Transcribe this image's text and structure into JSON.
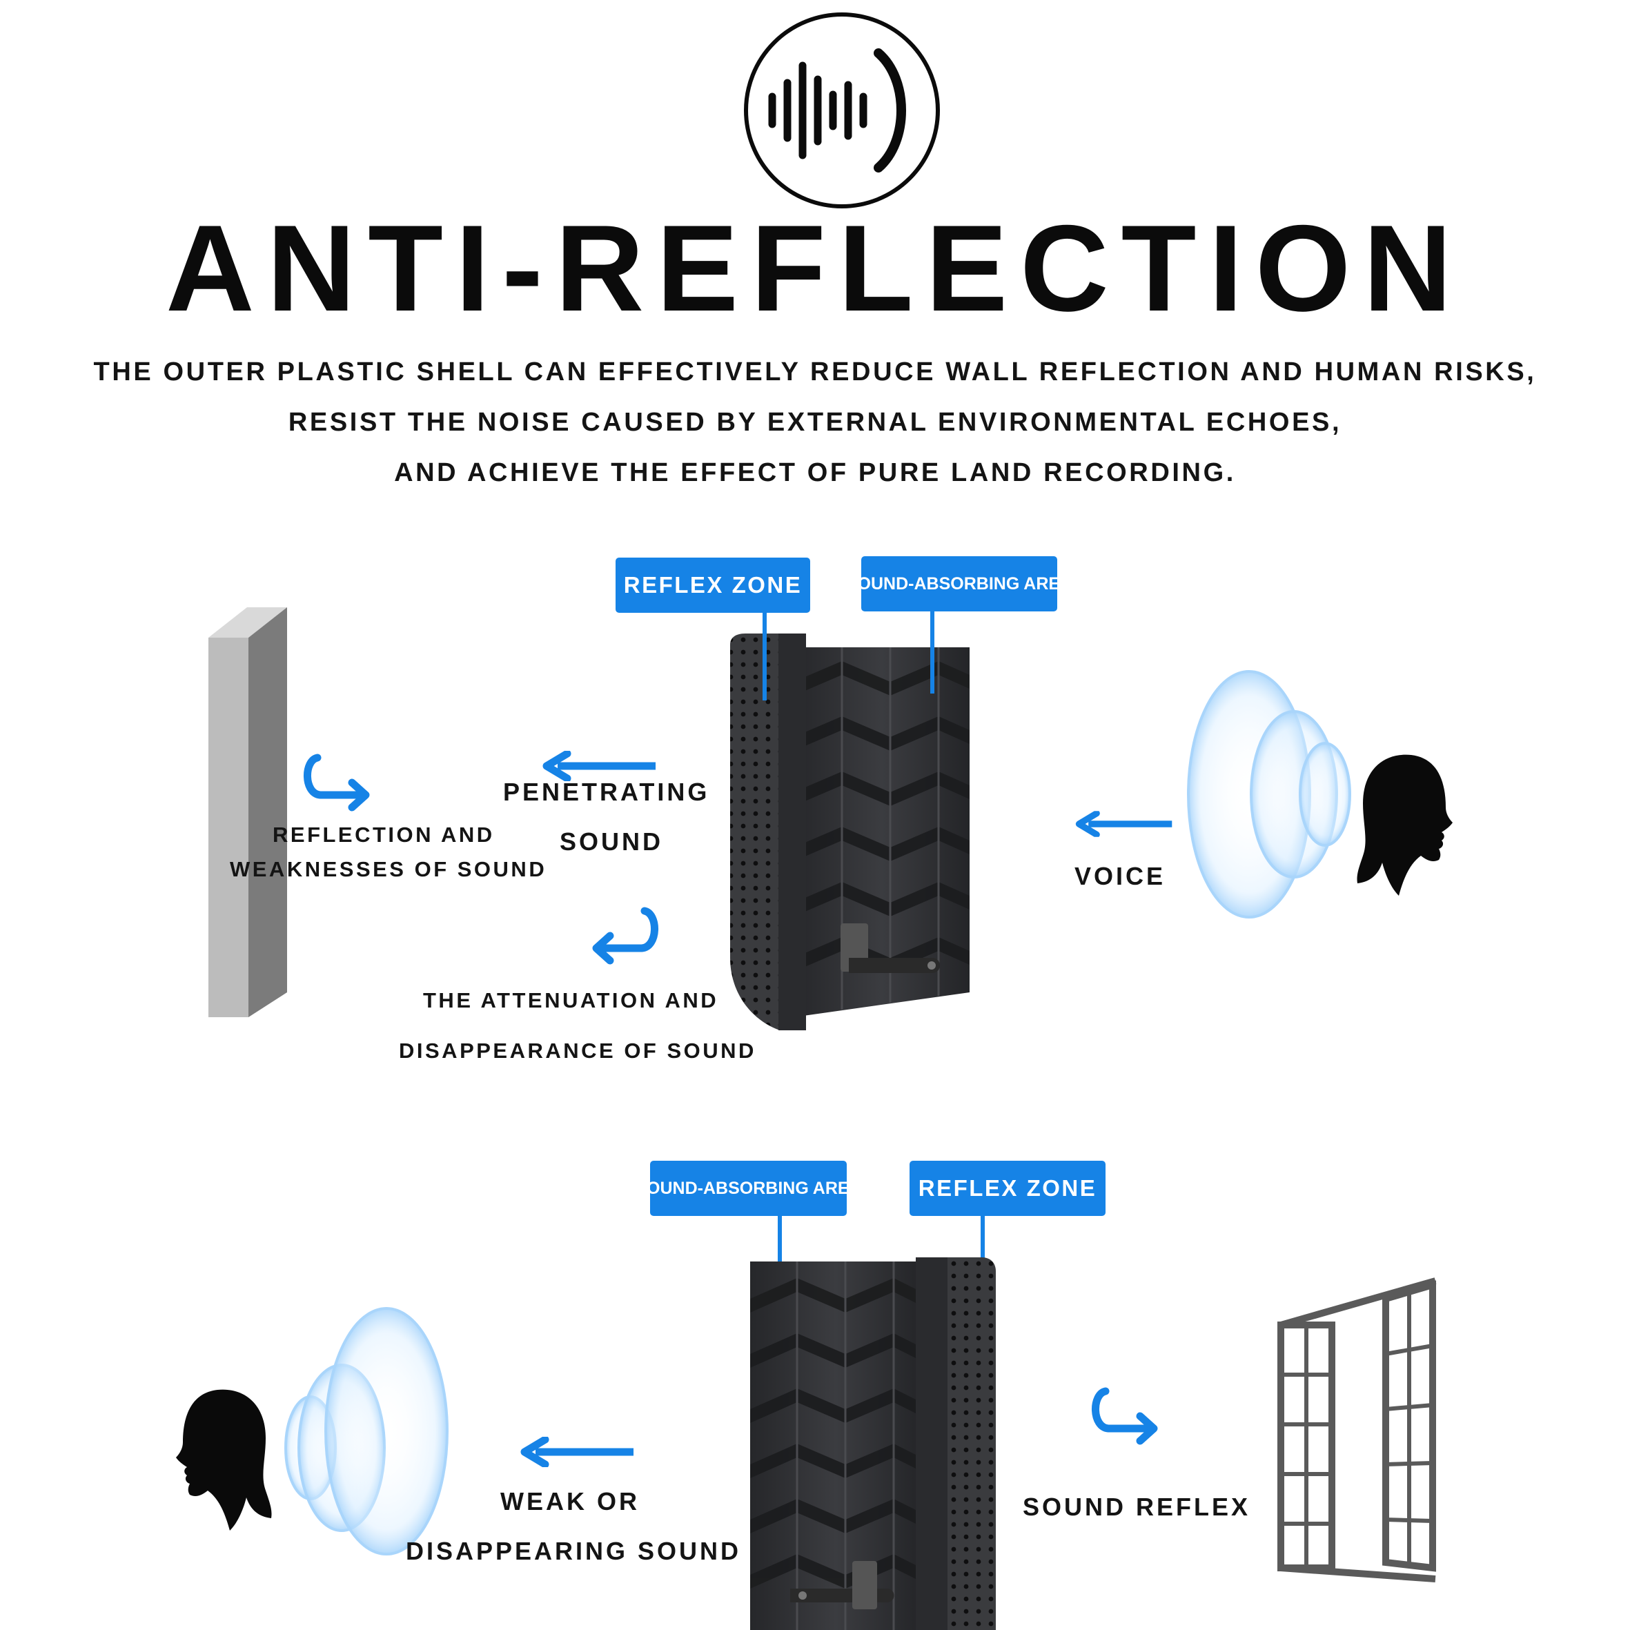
{
  "title": "ANTI-REFLECTION",
  "description": [
    "THE OUTER PLASTIC SHELL CAN EFFECTIVELY REDUCE WALL REFLECTION AND HUMAN RISKS,",
    "RESIST THE NOISE CAUSED BY EXTERNAL ENVIRONMENTAL ECHOES,",
    "AND ACHIEVE THE EFFECT OF PURE LAND RECORDING."
  ],
  "diagram_top": {
    "tags": {
      "reflex_zone": "REFLEX ZONE",
      "sound_absorbing_area": "SOUND-ABSORBING AREA"
    },
    "labels": {
      "penetrating_1": "PENETRATING",
      "penetrating_2": "SOUND",
      "reflection_1": "REFLECTION AND",
      "reflection_2": "WEAKNESSES OF SOUND",
      "attenuation_1": "THE ATTENUATION AND",
      "attenuation_2": "DISAPPEARANCE OF SOUND",
      "voice": "VOICE"
    }
  },
  "diagram_bottom": {
    "tags": {
      "sound_absorbing_area": "SOUND-ABSORBING AREA",
      "reflex_zone": "REFLEX ZONE"
    },
    "labels": {
      "weak_1": "WEAK OR",
      "weak_2": "DISAPPEARING SOUND",
      "sound_reflex": "SOUND REFLEX"
    }
  },
  "colors": {
    "accent": "#1683e6",
    "text": "#141414",
    "foam": "#2f3033",
    "shell": "#3a3b3e",
    "wave": "#bfe0fb"
  },
  "icons": [
    "sound-wave-icon",
    "curved-return-arrow-icon",
    "left-arrow-icon",
    "head-silhouette-icon",
    "wall-icon",
    "window-icon"
  ]
}
